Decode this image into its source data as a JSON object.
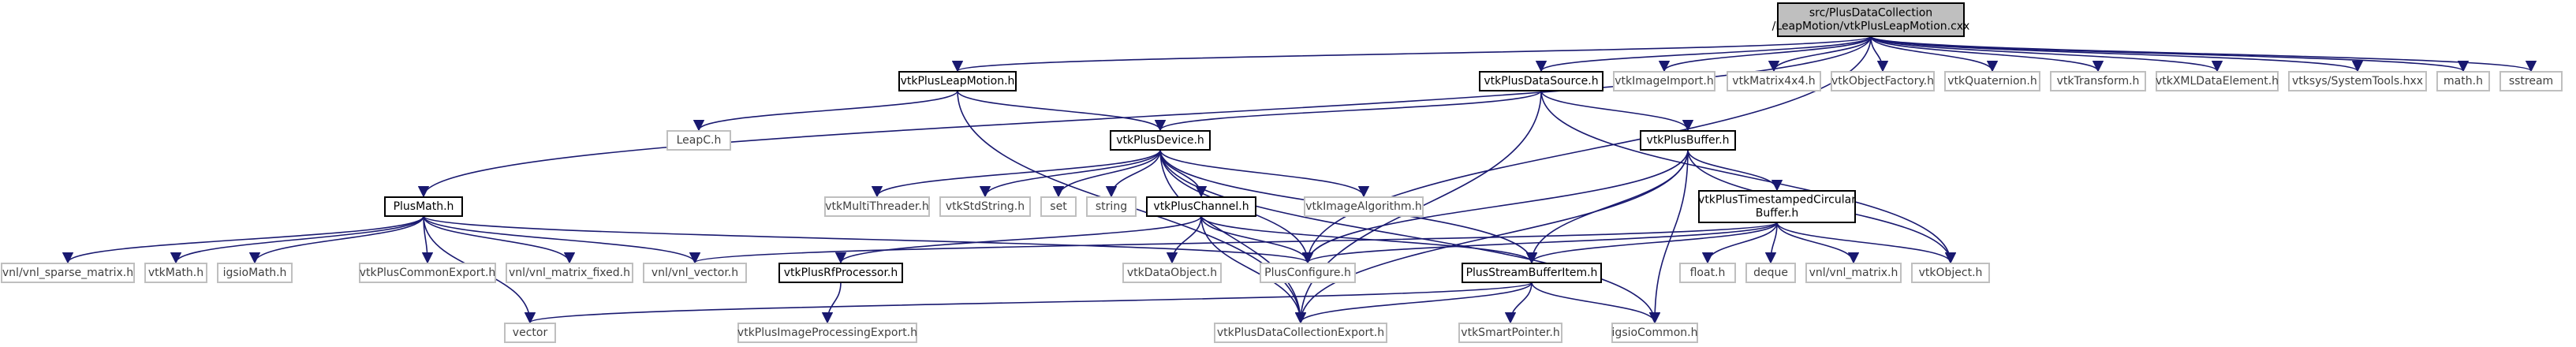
{
  "colors": {
    "edge": "#191970",
    "node_border": "#000000",
    "ext_border": "#bfbfbf",
    "text": "#000000",
    "ext_text": "#404040",
    "root_fill": "#bfbfbf",
    "node_fill": "#ffffff"
  },
  "nodes": [
    {
      "id": "root",
      "lines": [
        "src/PlusDataCollection",
        "/LeapMotion/vtkPlusLeapMotion.cxx"
      ],
      "kind": "root"
    },
    {
      "id": "leapmotion",
      "lines": [
        "vtkPlusLeapMotion.h"
      ],
      "kind": "node"
    },
    {
      "id": "datasource",
      "lines": [
        "vtkPlusDataSource.h"
      ],
      "kind": "node"
    },
    {
      "id": "imageimport",
      "lines": [
        "vtkImageImport.h"
      ],
      "kind": "ext"
    },
    {
      "id": "matrix4x4",
      "lines": [
        "vtkMatrix4x4.h"
      ],
      "kind": "ext"
    },
    {
      "id": "objectfactory",
      "lines": [
        "vtkObjectFactory.h"
      ],
      "kind": "ext"
    },
    {
      "id": "quaternion",
      "lines": [
        "vtkQuaternion.h"
      ],
      "kind": "ext"
    },
    {
      "id": "transform",
      "lines": [
        "vtkTransform.h"
      ],
      "kind": "ext"
    },
    {
      "id": "xmldataelement",
      "lines": [
        "vtkXMLDataElement.h"
      ],
      "kind": "ext"
    },
    {
      "id": "systemtools",
      "lines": [
        "vtksys/SystemTools.hxx"
      ],
      "kind": "ext"
    },
    {
      "id": "math",
      "lines": [
        "math.h"
      ],
      "kind": "ext"
    },
    {
      "id": "sstream",
      "lines": [
        "sstream"
      ],
      "kind": "ext"
    },
    {
      "id": "leapc",
      "lines": [
        "LeapC.h"
      ],
      "kind": "ext"
    },
    {
      "id": "device",
      "lines": [
        "vtkPlusDevice.h"
      ],
      "kind": "node"
    },
    {
      "id": "buffer",
      "lines": [
        "vtkPlusBuffer.h"
      ],
      "kind": "node"
    },
    {
      "id": "plusmath",
      "lines": [
        "PlusMath.h"
      ],
      "kind": "node"
    },
    {
      "id": "multithreader",
      "lines": [
        "vtkMultiThreader.h"
      ],
      "kind": "ext"
    },
    {
      "id": "stdstring",
      "lines": [
        "vtkStdString.h"
      ],
      "kind": "ext"
    },
    {
      "id": "set",
      "lines": [
        "set"
      ],
      "kind": "ext"
    },
    {
      "id": "string",
      "lines": [
        "string"
      ],
      "kind": "ext"
    },
    {
      "id": "channel",
      "lines": [
        "vtkPlusChannel.h"
      ],
      "kind": "node"
    },
    {
      "id": "imagealgorithm",
      "lines": [
        "vtkImageAlgorithm.h"
      ],
      "kind": "ext"
    },
    {
      "id": "circbuffer",
      "lines": [
        "vtkPlusTimestampedCircular",
        "Buffer.h"
      ],
      "kind": "node"
    },
    {
      "id": "sparsematrix",
      "lines": [
        "vnl/vnl_sparse_matrix.h"
      ],
      "kind": "ext"
    },
    {
      "id": "vtkmath",
      "lines": [
        "vtkMath.h"
      ],
      "kind": "ext"
    },
    {
      "id": "igsiomath",
      "lines": [
        "igsioMath.h"
      ],
      "kind": "ext"
    },
    {
      "id": "commonexport",
      "lines": [
        "vtkPlusCommonExport.h"
      ],
      "kind": "ext"
    },
    {
      "id": "matrixfixed",
      "lines": [
        "vnl/vnl_matrix_fixed.h"
      ],
      "kind": "ext"
    },
    {
      "id": "vnlvector",
      "lines": [
        "vnl/vnl_vector.h"
      ],
      "kind": "ext"
    },
    {
      "id": "rfprocessor",
      "lines": [
        "vtkPlusRfProcessor.h"
      ],
      "kind": "node"
    },
    {
      "id": "dataobject",
      "lines": [
        "vtkDataObject.h"
      ],
      "kind": "ext"
    },
    {
      "id": "plusconfigure",
      "lines": [
        "PlusConfigure.h"
      ],
      "kind": "ext"
    },
    {
      "id": "streambufferitem",
      "lines": [
        "PlusStreamBufferItem.h"
      ],
      "kind": "node"
    },
    {
      "id": "floath",
      "lines": [
        "float.h"
      ],
      "kind": "ext"
    },
    {
      "id": "deque",
      "lines": [
        "deque"
      ],
      "kind": "ext"
    },
    {
      "id": "vnlmatrix",
      "lines": [
        "vnl/vnl_matrix.h"
      ],
      "kind": "ext"
    },
    {
      "id": "vtkobject",
      "lines": [
        "vtkObject.h"
      ],
      "kind": "ext"
    },
    {
      "id": "vector",
      "lines": [
        "vector"
      ],
      "kind": "ext"
    },
    {
      "id": "imageprocexport",
      "lines": [
        "vtkPlusImageProcessingExport.h"
      ],
      "kind": "ext"
    },
    {
      "id": "dcexport",
      "lines": [
        "vtkPlusDataCollectionExport.h"
      ],
      "kind": "ext"
    },
    {
      "id": "smartpointer",
      "lines": [
        "vtkSmartPointer.h"
      ],
      "kind": "ext"
    },
    {
      "id": "igsiocommon",
      "lines": [
        "igsioCommon.h"
      ],
      "kind": "ext"
    }
  ],
  "edges": [
    [
      "root",
      "leapmotion"
    ],
    [
      "root",
      "datasource"
    ],
    [
      "root",
      "imageimport"
    ],
    [
      "root",
      "matrix4x4"
    ],
    [
      "root",
      "objectfactory"
    ],
    [
      "root",
      "quaternion"
    ],
    [
      "root",
      "transform"
    ],
    [
      "root",
      "xmldataelement"
    ],
    [
      "root",
      "systemtools"
    ],
    [
      "root",
      "math"
    ],
    [
      "root",
      "sstream"
    ],
    [
      "root",
      "plusmath"
    ],
    [
      "root",
      "plusconfigure"
    ],
    [
      "leapmotion",
      "leapc"
    ],
    [
      "leapmotion",
      "device"
    ],
    [
      "leapmotion",
      "dcexport"
    ],
    [
      "datasource",
      "device"
    ],
    [
      "datasource",
      "buffer"
    ],
    [
      "datasource",
      "vtkobject"
    ],
    [
      "datasource",
      "dcexport"
    ],
    [
      "device",
      "multithreader"
    ],
    [
      "device",
      "stdstring"
    ],
    [
      "device",
      "set"
    ],
    [
      "device",
      "string"
    ],
    [
      "device",
      "channel"
    ],
    [
      "device",
      "imagealgorithm"
    ],
    [
      "device",
      "plusconfigure"
    ],
    [
      "device",
      "streambufferitem"
    ],
    [
      "device",
      "igsiocommon"
    ],
    [
      "device",
      "dcexport"
    ],
    [
      "buffer",
      "circbuffer"
    ],
    [
      "buffer",
      "plusconfigure"
    ],
    [
      "buffer",
      "streambufferitem"
    ],
    [
      "buffer",
      "vtkobject"
    ],
    [
      "buffer",
      "igsiocommon"
    ],
    [
      "buffer",
      "dcexport"
    ],
    [
      "plusmath",
      "sparsematrix"
    ],
    [
      "plusmath",
      "vtkmath"
    ],
    [
      "plusmath",
      "igsiomath"
    ],
    [
      "plusmath",
      "commonexport"
    ],
    [
      "plusmath",
      "matrixfixed"
    ],
    [
      "plusmath",
      "vnlvector"
    ],
    [
      "plusmath",
      "plusconfigure"
    ],
    [
      "plusmath",
      "vector"
    ],
    [
      "channel",
      "rfprocessor"
    ],
    [
      "channel",
      "dataobject"
    ],
    [
      "channel",
      "plusconfigure"
    ],
    [
      "channel",
      "streambufferitem"
    ],
    [
      "channel",
      "dcexport"
    ],
    [
      "circbuffer",
      "vnlvector"
    ],
    [
      "circbuffer",
      "plusconfigure"
    ],
    [
      "circbuffer",
      "streambufferitem"
    ],
    [
      "circbuffer",
      "floath"
    ],
    [
      "circbuffer",
      "deque"
    ],
    [
      "circbuffer",
      "vnlmatrix"
    ],
    [
      "circbuffer",
      "vtkobject"
    ],
    [
      "rfprocessor",
      "imageprocexport"
    ],
    [
      "streambufferitem",
      "vector"
    ],
    [
      "streambufferitem",
      "dcexport"
    ],
    [
      "streambufferitem",
      "smartpointer"
    ],
    [
      "streambufferitem",
      "igsiocommon"
    ]
  ]
}
